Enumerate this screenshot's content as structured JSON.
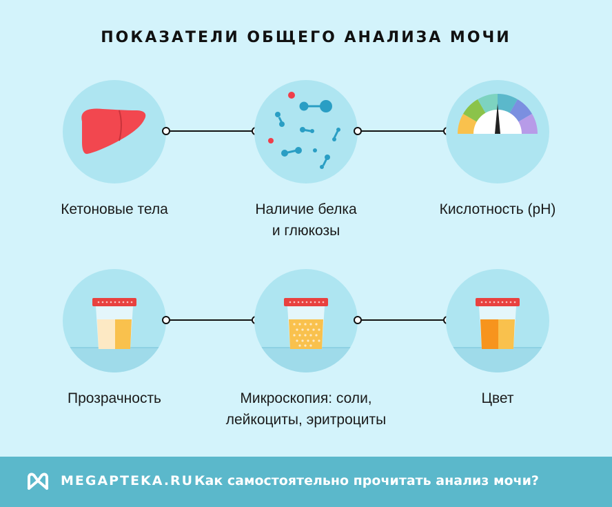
{
  "title": "ПОКАЗАТЕЛИ ОБЩЕГО АНАЛИЗА МОЧИ",
  "items": [
    {
      "label": "Кетоновые тела",
      "icon": "liver-icon"
    },
    {
      "label": "Наличие белка\nи глюкозы",
      "icon": "molecules-icon"
    },
    {
      "label": "Кислотность (pH)",
      "icon": "ph-gauge-icon"
    },
    {
      "label": "Прозрачность",
      "icon": "sample-cup-clarity-icon"
    },
    {
      "label": "Микроскопия: соли,\nлейкоциты, эритроциты",
      "icon": "sample-cup-sediment-icon"
    },
    {
      "label": "Цвет",
      "icon": "sample-cup-color-icon"
    }
  ],
  "footer": {
    "brand": "MEGAPTEKA.RU",
    "tagline": "Как самостоятельно прочитать анализ мочи?"
  },
  "colors": {
    "background": "#d3f3fb",
    "circle": "#aee5f1",
    "footer": "#5bb8cb",
    "liver": "#f2474f",
    "cup_lid": "#e8413f",
    "urine_light": "#fde9c4",
    "urine_yellow": "#f9c14d",
    "urine_orange": "#f7941d"
  }
}
